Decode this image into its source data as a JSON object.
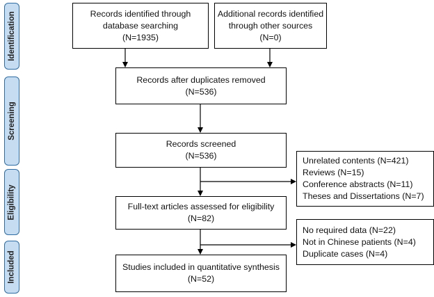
{
  "stages": {
    "identification": "Identification",
    "screening": "Screening",
    "eligibility": "Eligibility",
    "included": "Included"
  },
  "boxes": {
    "database": {
      "line1": "Records identified through",
      "line2": "database searching",
      "line3": "(N=1935)"
    },
    "other": {
      "line1": "Additional records identified",
      "line2": "through other sources",
      "line3": "(N=0)"
    },
    "duplicates": {
      "line1": "Records after duplicates removed",
      "line2": "(N=536)"
    },
    "screened": {
      "line1": "Records screened",
      "line2": "(N=536)"
    },
    "fulltext": {
      "line1": "Full-text articles assessed for eligibility",
      "line2": "(N=82)"
    },
    "included": {
      "line1": "Studies included in quantitative synthesis",
      "line2": "(N=52)"
    },
    "excluded_screen": [
      "Unrelated contents (N=421)",
      "Reviews (N=15)",
      "Conference abstracts (N=11)",
      "Theses and Dissertations (N=7)"
    ],
    "excluded_fulltext": [
      "No required data (N=22)",
      "Not in Chinese patients (N=4)",
      "Duplicate cases (N=4)"
    ]
  }
}
